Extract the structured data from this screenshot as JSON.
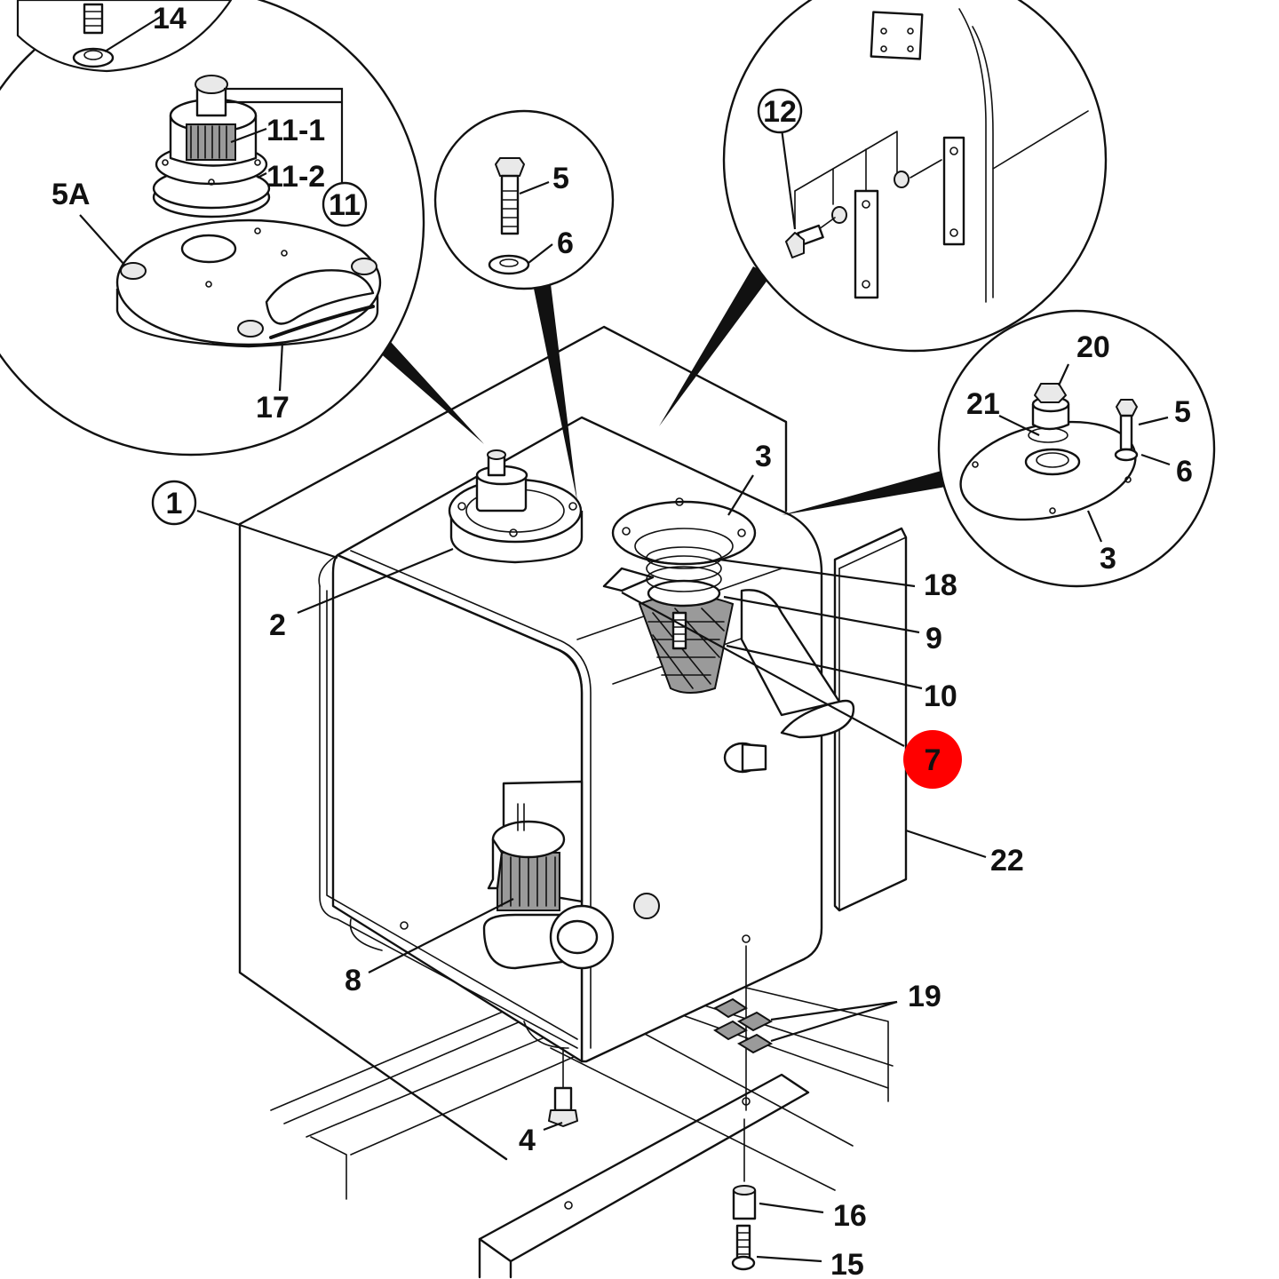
{
  "labels": {
    "l14": "14",
    "l11_1": "11-1",
    "l11_2": "11-2",
    "l11": "11",
    "l5A": "5A",
    "l17": "17",
    "l5_detail": "5",
    "l6_detail": "6",
    "l12": "12",
    "l20": "20",
    "l21": "21",
    "l5_right": "5",
    "l6_right": "6",
    "l3_right": "3",
    "l3_top": "3",
    "l1": "1",
    "l2": "2",
    "l18": "18",
    "l9": "9",
    "l10": "10",
    "l7": "7",
    "l22": "22",
    "l8": "8",
    "l19": "19",
    "l4": "4",
    "l16": "16",
    "l15": "15"
  },
  "colors": {
    "highlight": "#ff0000",
    "line": "#111111",
    "background": "#ffffff"
  },
  "highlighted_part": "7"
}
